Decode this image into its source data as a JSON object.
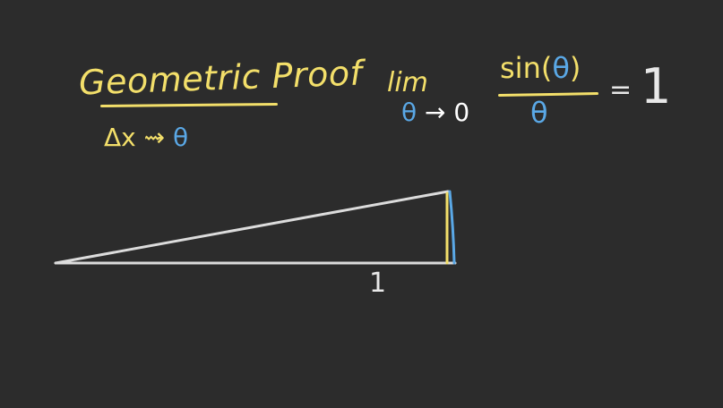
{
  "heading": {
    "title": "Geometric Proof",
    "subtitle_delta": "Δx",
    "subtitle_arrow": " ⇝ ",
    "subtitle_theta": "θ"
  },
  "limit": {
    "lim": "lim",
    "var": "θ",
    "arrow_to": " → 0",
    "numerator_func": "sin(",
    "numerator_var": "θ",
    "numerator_close": ")",
    "denominator": "θ",
    "equals": "=",
    "result": "1"
  },
  "triangle": {
    "base_label": "1",
    "colors": {
      "sides": "#dcdcdc",
      "opposite_side": "#f3df6a",
      "arc": "#5aa8e6"
    }
  },
  "colors": {
    "background": "#2c2c2c",
    "yellow": "#f3df6a",
    "blue": "#5aa8e6",
    "white": "#e8e8e8"
  }
}
